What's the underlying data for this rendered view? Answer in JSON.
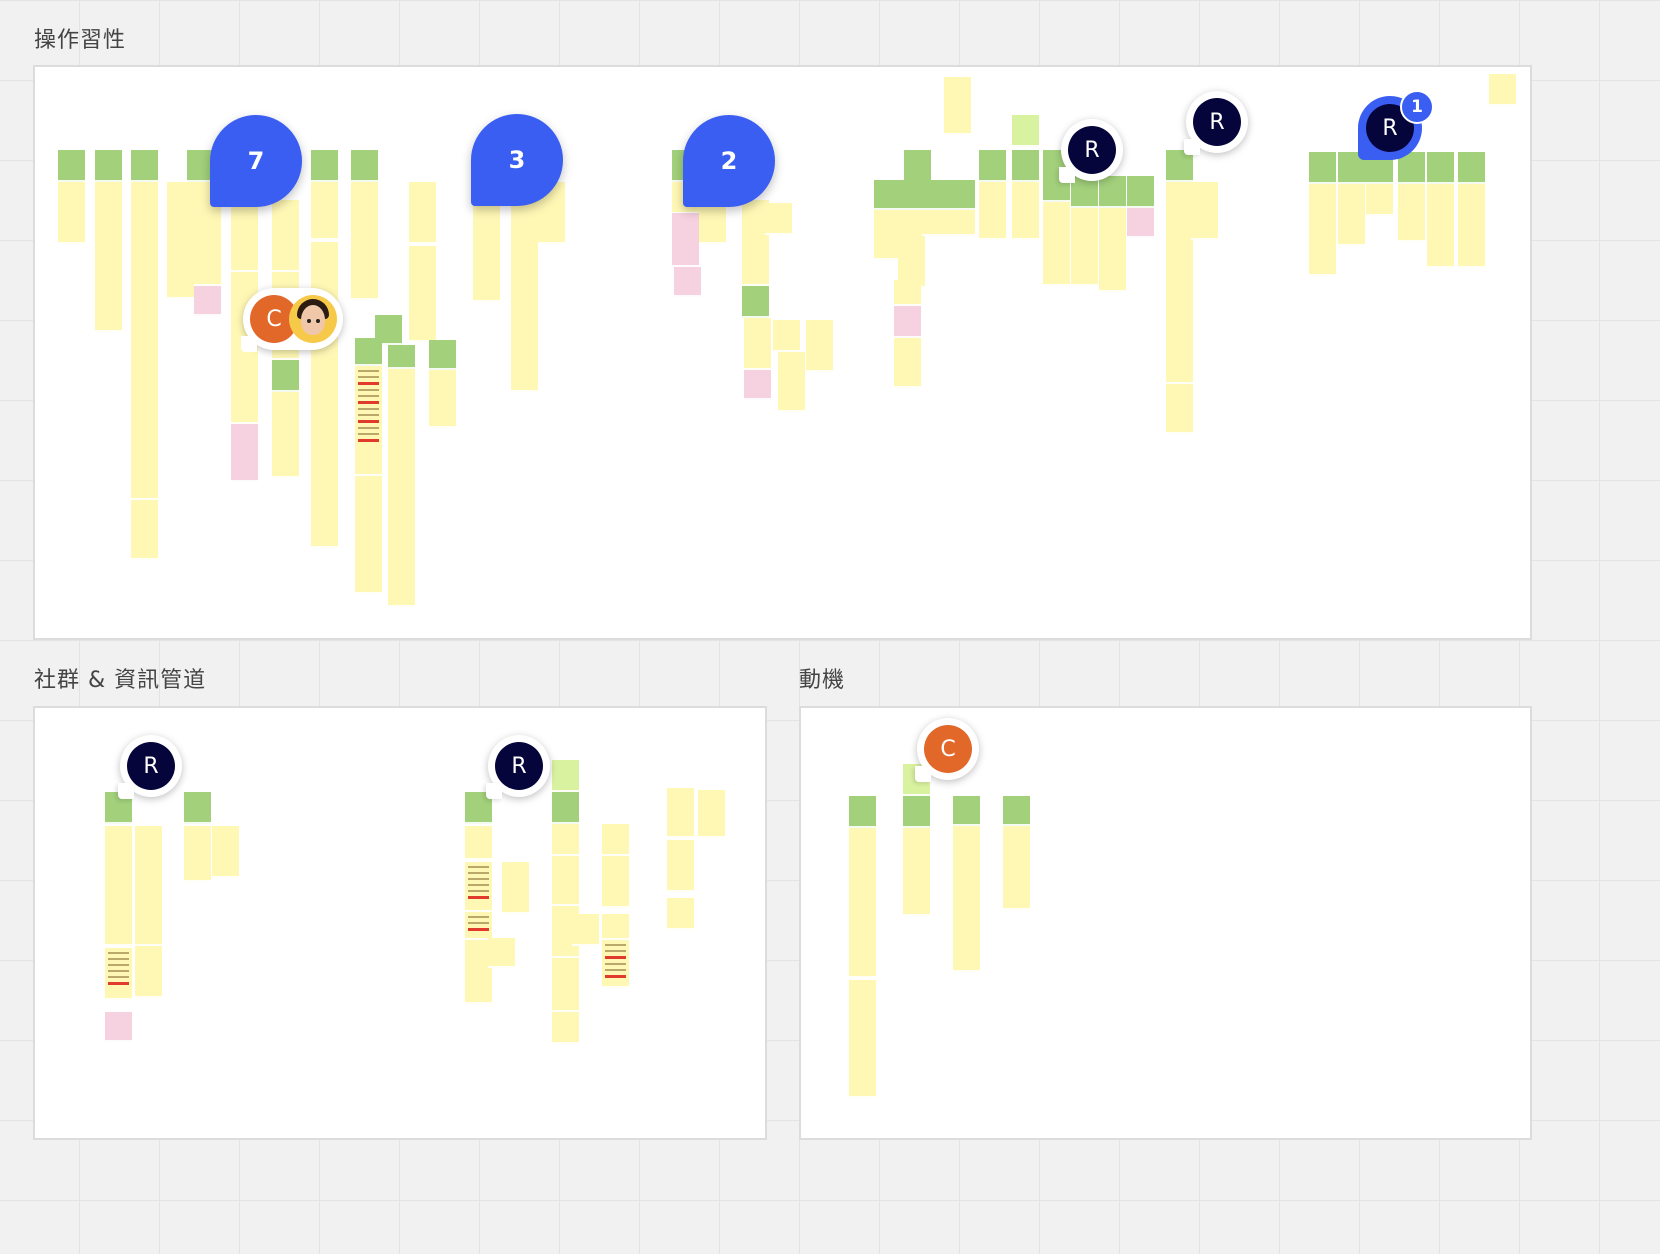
{
  "frames": {
    "habits": {
      "title": "操作習性"
    },
    "social": {
      "title": "社群 & 資訊管道"
    },
    "motivation": {
      "title": "動機"
    }
  },
  "comment_threads": [
    {
      "count": "7"
    },
    {
      "count": "3"
    },
    {
      "count": "2"
    }
  ],
  "collaborators": {
    "r_initial": "R",
    "c_initial": "C",
    "selected_badge": "1"
  },
  "colors": {
    "sticky_yellow": "#fff8b5",
    "sticky_green": "#a2d07b",
    "sticky_light_green": "#d9f2a0",
    "sticky_pink": "#f6d1df",
    "comment_blue": "#3a5ef1",
    "avatar_r": "#05053b",
    "avatar_c": "#e2682a"
  },
  "icons": [
    "comment-bubble-icon",
    "avatar-r-icon",
    "avatar-c-icon",
    "memoji-avatar-icon"
  ]
}
